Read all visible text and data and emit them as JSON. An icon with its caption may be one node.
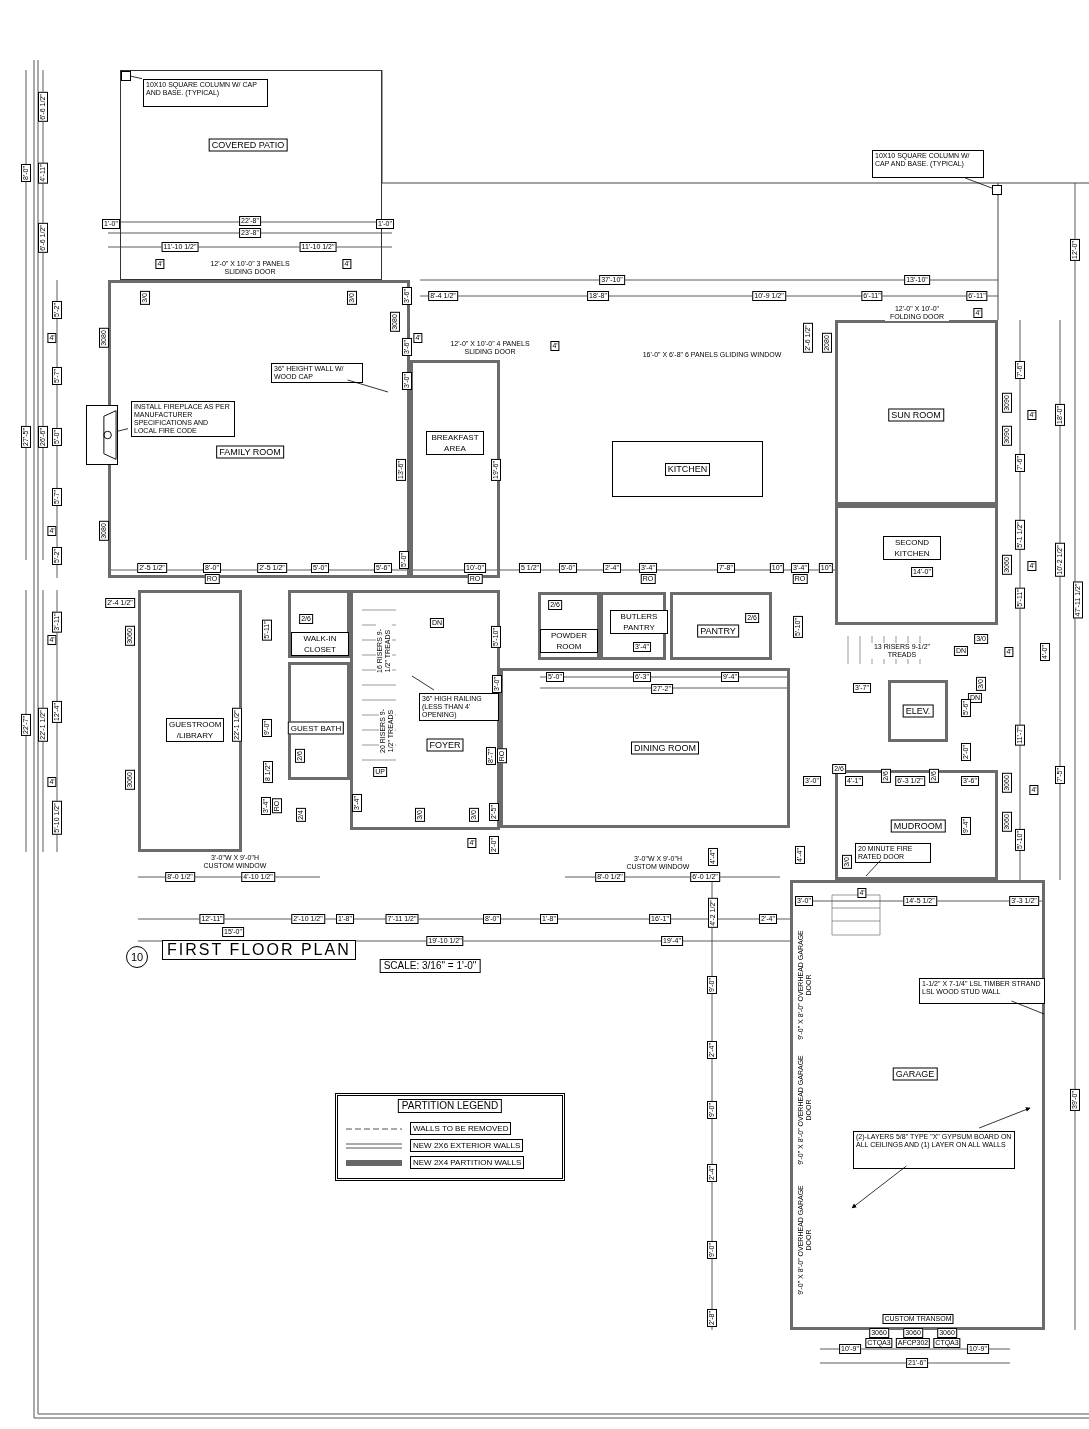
{
  "diagram": {
    "title": "FIRST FLOOR PLAN",
    "nodes": [
      {
        "text": [
          "COVERED PATIO"
        ]
      },
      {
        "text": [
          "FAMILY ROOM"
        ]
      },
      {
        "text": [
          "BREAKFAST AREA"
        ]
      },
      {
        "text": [
          "KITCHEN"
        ]
      },
      {
        "text": [
          "SUN ROOM"
        ]
      },
      {
        "text": [
          "SECOND KITCHEN"
        ]
      },
      {
        "text": [
          "GUESTROOM /LIBRARY"
        ]
      },
      {
        "text": [
          "WALK-IN CLOSET"
        ]
      },
      {
        "text": [
          "GUEST BATH"
        ]
      },
      {
        "text": [
          "FOYER"
        ]
      },
      {
        "text": [
          "POWDER ROOM"
        ]
      },
      {
        "text": [
          "BUTLERS PANTRY"
        ]
      },
      {
        "text": [
          "PANTRY"
        ]
      },
      {
        "text": [
          "DINING ROOM"
        ]
      },
      {
        "text": [
          "ELEV."
        ]
      },
      {
        "text": [
          "MUDROOM"
        ]
      },
      {
        "text": [
          "GARAGE"
        ]
      },
      {
        "text": [
          "10X10 SQUARE COLUMN W/ CAP AND BASE. (TYPICAL)"
        ],
        "in": 0
      },
      {
        "text": [],
        "shape": "box",
        "in": 0
      },
      {
        "text": [
          "10X10 SQUARE COLUMN W/ CAP AND BASE. (TYPICAL)"
        ]
      },
      {
        "text": [],
        "shape": "box"
      },
      {
        "text": [
          "INSTALL FIREPLACE AS PER MANUFACTURER SPECIFICATIONS AND LOCAL FIRE CODE"
        ],
        "in": 1
      },
      {
        "text": [],
        "shape": "box"
      },
      {
        "text": [
          "36\" HEIGHT WALL W/ WOOD CAP"
        ],
        "in": 1
      },
      {
        "text": [
          "36\" HIGH RAILING (LESS THAN 4' OPENING)"
        ],
        "in": 9
      },
      {
        "text": [
          "20 MINUTE FIRE RATED DOOR"
        ],
        "in": 15
      },
      {
        "text": [
          "1-1/2\" X 7-1/4\" LSL TIMBER STRAND LSL WOOD STUD WALL"
        ],
        "in": 16
      },
      {
        "text": [
          "(2)-LAYERS 5/8\" TYPE \"X\" GYPSUM BOARD ON ALL CEILINGS AND (1) LAYER ON ALL WALLS"
        ],
        "in": 16
      }
    ],
    "edges": [
      {
        "from": 17,
        "to": 18,
        "arrow": "none"
      },
      {
        "from": 19,
        "to": 20,
        "arrow": "none"
      },
      {
        "from": 21,
        "to": 22,
        "arrow": "none"
      },
      {
        "from": 23,
        "to": null,
        "arrow": "none"
      },
      {
        "from": 24,
        "to": null,
        "arrow": "none"
      },
      {
        "from": 25,
        "to": null,
        "arrow": "none"
      },
      {
        "from": 26,
        "to": null,
        "arrow": "none"
      },
      {
        "from": 27,
        "to": null,
        "arrow": "to"
      },
      {
        "from": 27,
        "to": null,
        "arrow": "to"
      }
    ],
    "labels": [
      "6'-6 1/2\"",
      "8'-0\"",
      "4'-11\"",
      "6'-6 1/2\"",
      "1'-0\"",
      "22'-8\"",
      "23'-8\"",
      "1'-0\"",
      "11'-10 1/2\"",
      "11'-10 1/2\"",
      "12'-0\" X 10'-0\" 3 PANELS SLIDING DOOR",
      "4'",
      "4'",
      "3/0",
      "3/0",
      "5'-2\"",
      "3080",
      "5'-7\"",
      "27'-5\"",
      "26'-6\"",
      "5'-0\"",
      "5'-7\"",
      "3080",
      "5'-2\"",
      "2'-5 1/2\"",
      "8'-0\"",
      "RO",
      "2'-5 1/2\"",
      "5'-0\"",
      "5'-6\"",
      "10'-0\"",
      "RO",
      "5 1/2\"",
      "5'-0\"",
      "2'-4\"",
      "3'-4\"",
      "RO",
      "7'-8\"",
      "10\"",
      "3'-4\"",
      "RO",
      "10\"",
      "14'-0\"",
      "37'-10\"",
      "8'-4 1/2\"",
      "18'-8\"",
      "10'-9 1/2\"",
      "13'-10\"",
      "6'-11\"",
      "6'-11\"",
      "12'-0\" X 10'-0\" FOLDING DOOR",
      "4'",
      "3'-6\"",
      "3080",
      "3'-6\"",
      "3'-0\"",
      "12'-0\" X 10'-0\" 4 PANELS SLIDING DOOR",
      "4'",
      "16'-0\" X 6'-8\" 6 PANELS GLIDING WINDOW",
      "2'-6 1/2\"",
      "2080",
      "12'-0\"",
      "7'-6\"",
      "3090",
      "3090",
      "7'-6\"",
      "18'-0\"",
      "5'-1 1/2\"",
      "3060",
      "10'-2 1/2\"",
      "5'-11\"",
      "47'-11 1/2\"",
      "4'-0\"",
      "11'-7\"",
      "7'-5\"",
      "3060",
      "3060",
      "5'-10\"",
      "13'-6\"",
      "19'-6\"",
      "5'-0\"",
      "2'-4 1/2\"",
      "3'-11\"",
      "3060",
      "22'-7\"",
      "22'-1 1/2\"",
      "12'-4\"",
      "22'-1 1/2\"",
      "3060",
      "5'-10 1/2\"",
      "5'-11\"",
      "2/6",
      "9'-0\"",
      "8 1/2\"",
      "3'-4\"",
      "RO",
      "2/6",
      "2/4",
      "3'-4\"",
      "16 RISERS 9-1/2\" TREADS",
      "20 RISERS 9-1/2\" TREADS",
      "DN",
      "UP",
      "3/0",
      "3/0",
      "4'",
      "5'-10\"",
      "3'-0\"",
      "8'-7\"",
      "RO",
      "2'-5\"",
      "2'-0\"",
      "3'-0\"W X 9'-0\"H CUSTOM WINDOW",
      "8'-0 1/2\"",
      "4'-10 1/2\"",
      "12'-11\"",
      "2'-10 1/2\"",
      "1'-8\"",
      "7'-11 1/2\"",
      "8'-0\"",
      "1'-8\"",
      "16'-1\"",
      "2'-4\"",
      "15'-0\"",
      "19'-10 1/2\"",
      "19'-4\"",
      "4'-2 1/2\"",
      "4'-4\"",
      "5'-0\"",
      "6'-3\"",
      "9'-4\"",
      "27'-2\"",
      "3'-4\"",
      "2/6",
      "2/6",
      "5'-10\"",
      "3'-0\"W X 9'-0\"H CUSTOM WINDOW",
      "8'-0 1/2\"",
      "6'-0 1/2\"",
      "13 RISERS 9-1/2\" TREADS",
      "DN",
      "3/0",
      "4'",
      "3'-7\"",
      "3/0",
      "DN",
      "5'-6\"",
      "2'-0\"",
      "3'-0\"",
      "2/6",
      "4'-1\"",
      "2/6",
      "6'-3 1/2\"",
      "2/6",
      "3'-6\"",
      "9'-4\"",
      "4'-4\"",
      "3/0",
      "4'",
      "3'-0\"",
      "14'-5 1/2\"",
      "3'-3 1/2\"",
      "9'-0\" X 8'-0\" OVERHEAD GARAGE DOOR",
      "9'-0\" X 8'-0\" OVERHEAD GARAGE DOOR",
      "9'-0\" X 8'-0\" OVERHEAD GARAGE DOOR",
      "9'-0\"",
      "2'-4\"",
      "9'-0\"",
      "2'-4\"",
      "9'-0\"",
      "2'-8\"",
      "39'-0\"",
      "CUSTOM TRANSOM",
      "3060",
      "CTQA3",
      "3060",
      "AFCP302",
      "3060",
      "CTQA3",
      "10'-9\"",
      "10'-9\"",
      "21'-6\"",
      "10",
      "SCALE: 3/16\" = 1'-0\"",
      "PARTITION LEGEND",
      "4'",
      "4'",
      "4'",
      "4'",
      "4'",
      "4'",
      "4'",
      "4'"
    ],
    "legend": [
      {
        "text": "WALLS TO BE REMOVED"
      },
      {
        "text": "NEW 2X6 EXTERIOR WALLS"
      },
      {
        "text": "NEW 2X4 PARTITION WALLS"
      }
    ]
  }
}
